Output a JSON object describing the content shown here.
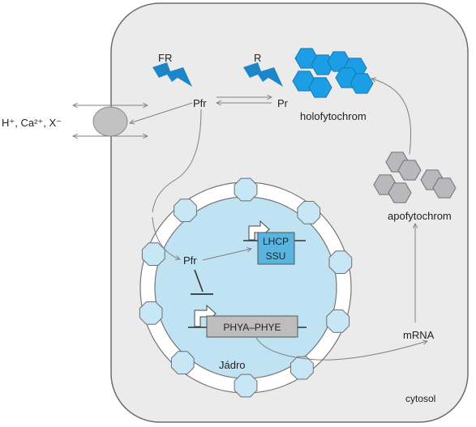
{
  "diagram": {
    "labels": {
      "fr": "FR",
      "r": "R",
      "pfr_top": "Pfr",
      "pr": "Pr",
      "holofytochrom": "holofytochrom",
      "ions": "H⁺, Ca²⁺, X⁻",
      "apofytochrom": "apofytochrom",
      "pfr_nucleus": "Pfr",
      "lhcp": "LHCP",
      "ssu": "SSU",
      "phya_phye": "PHYA–PHYE",
      "jadro": "Jádro",
      "mrna": "mRNA",
      "cytosol": "cytosol"
    },
    "colors": {
      "cell_fill": "#ebebeb",
      "cell_stroke": "#6d6d6d",
      "nucleus_fill": "#bfe3f3",
      "pore_fill": "#c7e7f6",
      "lightning": "#1c86c6",
      "holo_hexagon": "#1c9ee6",
      "apo_hexagon": "#b9b9bd",
      "channel": "#c2c2c2",
      "lhcp_box": "#5ab4e0",
      "phy_box": "#bdbdbd",
      "line": "#808080"
    }
  }
}
